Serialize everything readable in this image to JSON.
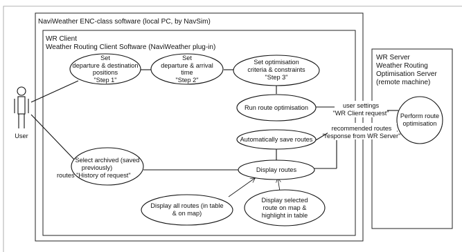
{
  "colors": {
    "line": "#111111",
    "background": "#ffffff",
    "outer_frame": "#9a9a9a"
  },
  "system": {
    "title": "NaviWeather ENC-class software (local PC, by NavSim)"
  },
  "client": {
    "title_line1": "WR Client",
    "title_line2": "Weather Routing Client Software (NaviWeather plug-in)"
  },
  "server": {
    "title_line1": "WR Server",
    "title_line2": "Weather Routing",
    "title_line3": "Optimisation Server",
    "title_line4": "(remote machine)"
  },
  "actor": {
    "icon": "stick-figure-icon",
    "label": "User"
  },
  "use_cases": {
    "step1": {
      "lines": [
        "Set",
        "departure & destination",
        "positions",
        "\"Step 1\""
      ]
    },
    "step2": {
      "lines": [
        "Set",
        "departure & arrival",
        "time",
        "\"Step 2\""
      ]
    },
    "step3": {
      "lines": [
        "Set optimisation",
        "criteria & constraints",
        "\"Step 3\""
      ]
    },
    "run": {
      "lines": [
        "Run route optimisation"
      ]
    },
    "save": {
      "lines": [
        "Automatically save routes"
      ]
    },
    "archived": {
      "lines": [
        "Select archived (saved",
        "previously)",
        "routes   \"History of request\""
      ]
    },
    "display": {
      "lines": [
        "Display routes"
      ]
    },
    "display_all": {
      "lines": [
        "Display all routes (in table",
        "& on map)"
      ]
    },
    "display_selected": {
      "lines": [
        "Display selected",
        "route on map &",
        "highlight in table"
      ]
    },
    "perform": {
      "lines": [
        "Perform route",
        "optimisation"
      ]
    }
  },
  "messages": {
    "request_line1": "user settings",
    "request_line2": "\"WR Client request\"",
    "response_line1": "recommended routes",
    "response_line2": "\"response from WR Server\""
  }
}
